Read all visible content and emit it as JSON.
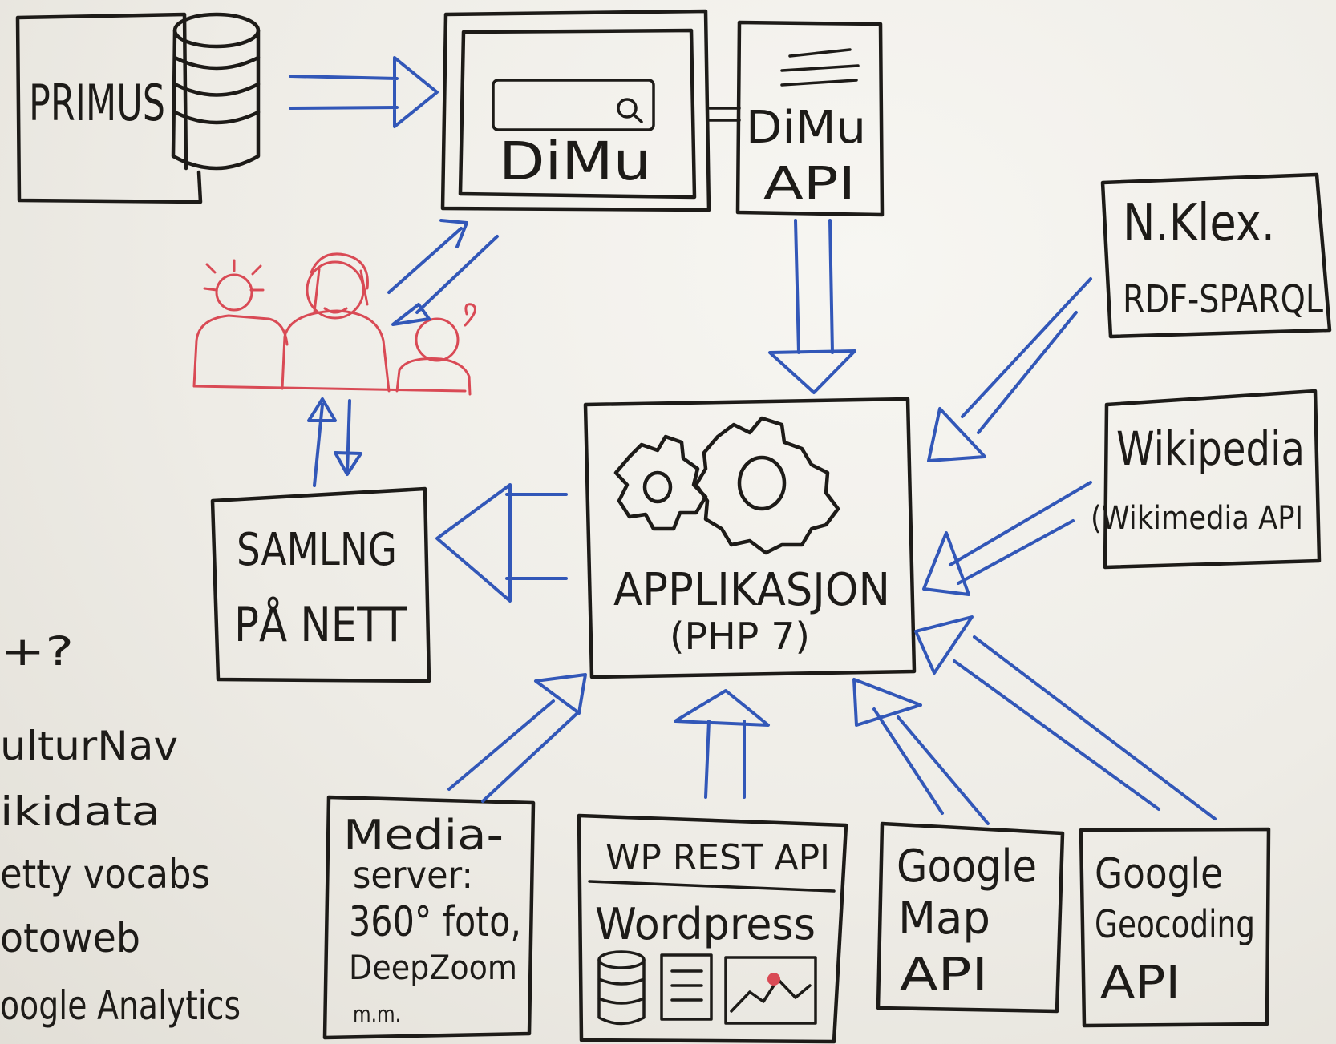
{
  "nodes": {
    "primus": {
      "label": "PRIMUS"
    },
    "dimu": {
      "label": "DiMu"
    },
    "dimu_api": {
      "line1": "DiMu",
      "line2": "API"
    },
    "nklex": {
      "line1": "N.Klex.",
      "line2": "RDF-SPARQL"
    },
    "wikipedia": {
      "line1": "Wikipedia",
      "line2": "(Wikimedia API"
    },
    "samling": {
      "line1": "SAMLNG",
      "line2": "PÅ NETT"
    },
    "applikasjon": {
      "line1": "APPLIKASJON",
      "line2": "(PHP 7)"
    },
    "mediaserver": {
      "line1": "Media-",
      "line2": "server:",
      "line3": "360° foto,",
      "line4": "DeepZoom",
      "line5": "m.m."
    },
    "wordpress": {
      "header": "WP REST API",
      "label": "Wordpress"
    },
    "google_map": {
      "line1": "Google",
      "line2": "Map",
      "line3": "API"
    },
    "google_geocoding": {
      "line1": "Google",
      "line2": "Geocoding",
      "line3": "API"
    }
  },
  "side_list": {
    "heading": "+?",
    "items": [
      "ulturNav",
      "ikidata",
      "etty vocabs",
      "otoweb",
      "oogle Analytics"
    ]
  },
  "colors": {
    "ink": "#1d1b18",
    "arrow": "#3257b8",
    "people": "#d94a55",
    "board": "#efede7"
  }
}
